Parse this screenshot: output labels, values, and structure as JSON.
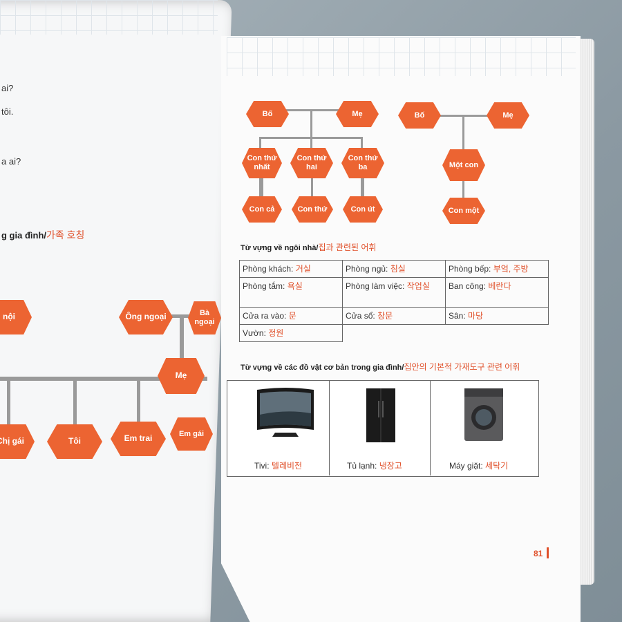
{
  "left_page": {
    "lines": [
      "ai?",
      "tôi.",
      "a ai?"
    ],
    "heading": "g gia đình/",
    "heading_kr": "가족 호칭",
    "tree_nodes": [
      "nội",
      "Ông ngoại",
      "Bà ngoại",
      "Mẹ",
      "Chị gái",
      "Tôi",
      "Em trai",
      "Em gái"
    ]
  },
  "right_page": {
    "tree1": {
      "parents": [
        "Bố",
        "Mẹ"
      ],
      "children": [
        "Con thứ nhất",
        "Con thứ hai",
        "Con thứ ba"
      ],
      "grandchildren": [
        "Con cả",
        "Con thứ",
        "Con út"
      ]
    },
    "tree2": {
      "parents": [
        "Bố",
        "Mẹ"
      ],
      "child": "Một con",
      "grandchild": "Con một"
    },
    "house_heading": "Từ vựng về ngôi nhà/",
    "house_heading_kr": "집과 관련된 어휘",
    "house_rows": [
      [
        {
          "vi": "Phòng khách:",
          "kr": "거실"
        },
        {
          "vi": "Phòng ngủ:",
          "kr": "침실"
        },
        {
          "vi": "Phòng bếp:",
          "kr": "부엌, 주방"
        }
      ],
      [
        {
          "vi": "Phòng tắm:",
          "kr": "욕실"
        },
        {
          "vi": "Phòng làm việc:",
          "kr": "작업실"
        },
        {
          "vi": "Ban công:",
          "kr": "베란다"
        }
      ],
      [
        {
          "vi": "Cửa ra vào:",
          "kr": "문"
        },
        {
          "vi": "Cửa sổ:",
          "kr": "창문"
        },
        {
          "vi": "Sân:",
          "kr": "마당"
        }
      ],
      [
        {
          "vi": "Vườn:",
          "kr": "정원"
        }
      ]
    ],
    "appliance_heading": "Từ vựng về các đồ vật cơ bản trong gia đình/",
    "appliance_heading_kr": "집안의 기본적 가재도구 관련 어휘",
    "appliances": [
      {
        "vi": "Tivi:",
        "kr": "텔레비전"
      },
      {
        "vi": "Tủ lạnh:",
        "kr": "냉장고"
      },
      {
        "vi": "Máy giặt:",
        "kr": "세탁기"
      }
    ],
    "page_number": "81"
  },
  "colors": {
    "accent": "#ec6432",
    "korean_text": "#e0502a"
  }
}
